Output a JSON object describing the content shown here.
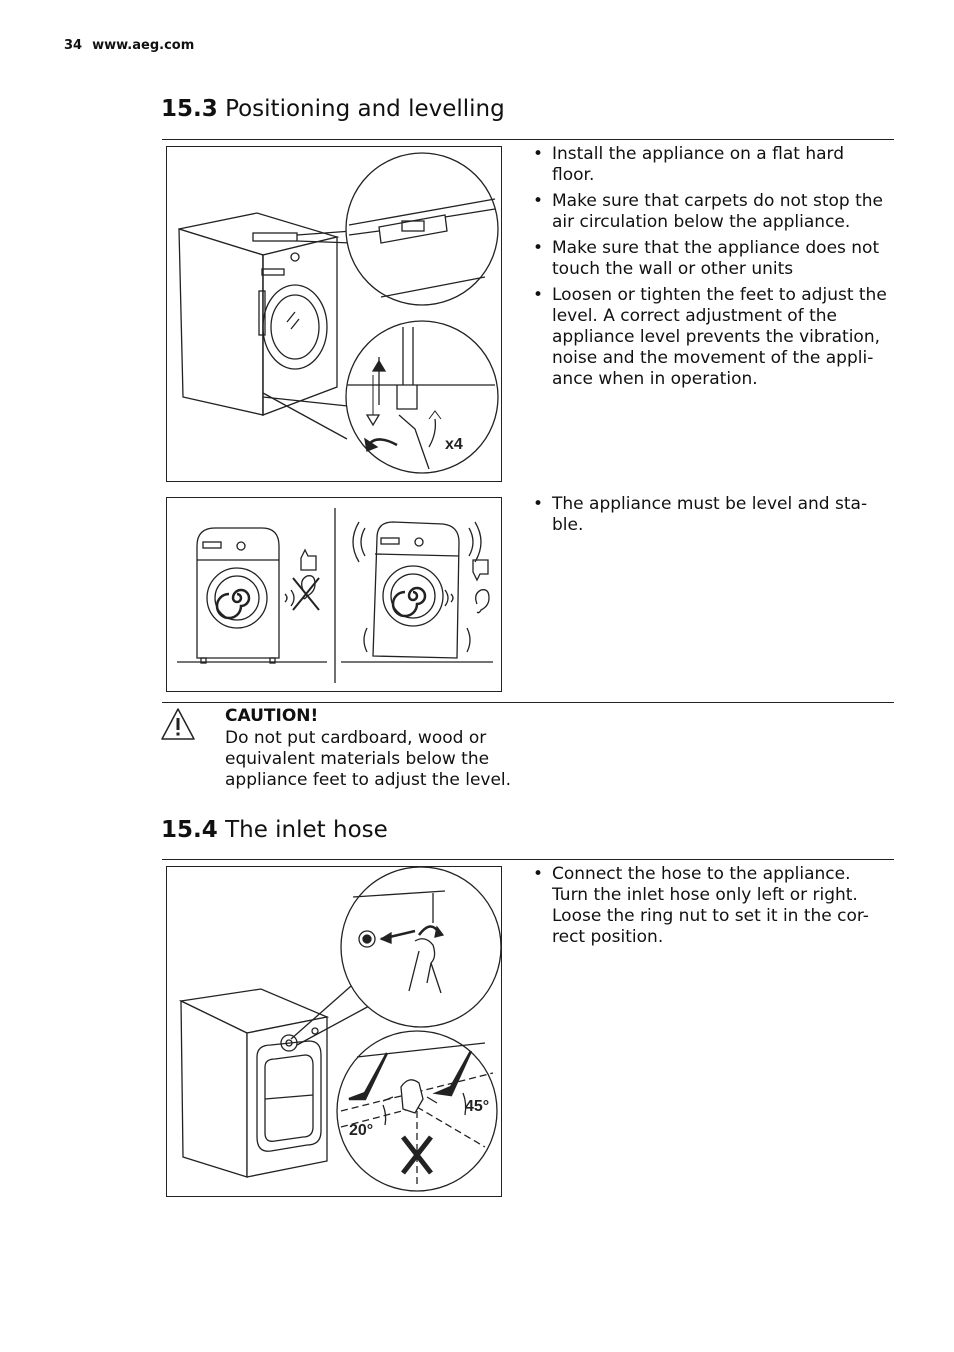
{
  "header": {
    "page_number": "34",
    "website": "www.aeg.com"
  },
  "section_15_3": {
    "number": "15.3",
    "title": "Positioning and levelling",
    "bullets_a": [
      "Install the appliance on a flat hard floor.",
      "Make sure that carpets do not stop the air circulation below the appliance.",
      "Make sure that the appliance does not touch the wall or other units",
      "Loosen or tighten the feet to adjust the level. A correct adjustment of the appliance level prevents the vibration, noise and the movement of the appli-ance when in operation."
    ],
    "bullets_b": [
      "The appliance must be level and sta-ble."
    ],
    "figure_a_label": "x4"
  },
  "caution": {
    "title": "CAUTION!",
    "text": "Do not put cardboard, wood or equivalent materials below the appliance feet to adjust the level."
  },
  "section_15_4": {
    "number": "15.4",
    "title": "The inlet hose",
    "bullets": [
      "Connect the hose to the appliance. Turn the inlet hose only left or right. Loose the ring nut to set it in the cor-rect position."
    ],
    "angle_left": "20°",
    "angle_right": "45°"
  }
}
